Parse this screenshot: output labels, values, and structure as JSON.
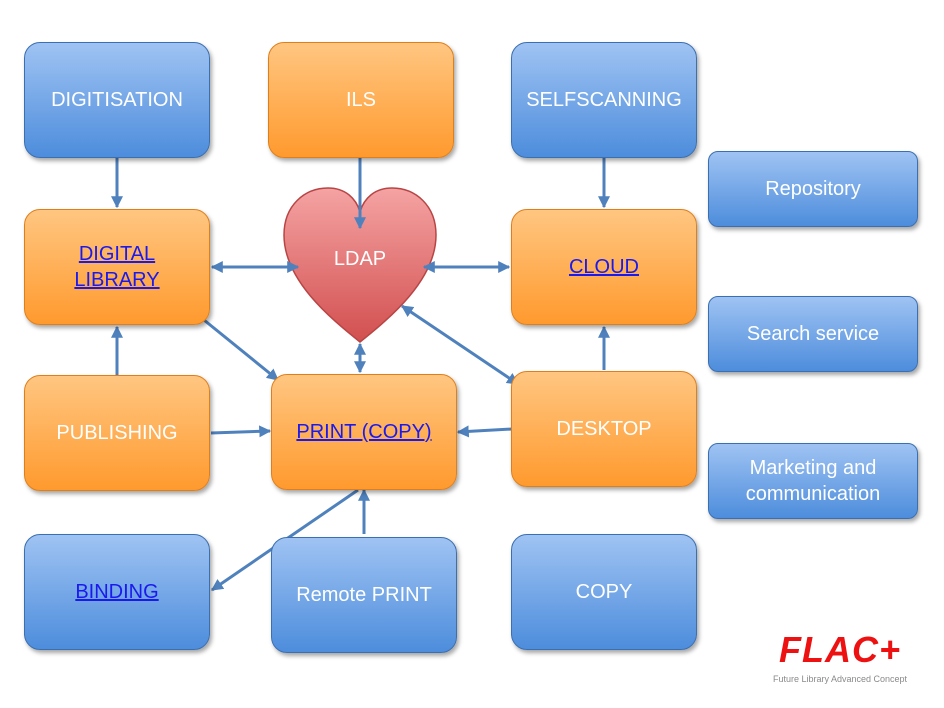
{
  "nodes": {
    "digitisation": "DIGITISATION",
    "ils": "ILS",
    "selfscanning": "SELFSCANNING",
    "digital_library": "DIGITAL\nLIBRARY",
    "ldap": "LDAP",
    "cloud": "CLOUD",
    "publishing": "PUBLISHING",
    "print_copy": "PRINT (COPY)",
    "desktop": "DESKTOP",
    "binding": "BINDING",
    "remote_print": "Remote PRINT",
    "copy": "COPY"
  },
  "side_panel": {
    "repository": "Repository",
    "search_service": "Search service",
    "marketing": "Marketing and communication"
  },
  "logo": {
    "name": "FLAC+",
    "tagline": "Future Library Advanced Concept"
  },
  "colors": {
    "blue_box": "#6fa3e6",
    "orange_box": "#ffa940",
    "heart": "#e56a6a",
    "arrow": "#4f81bd",
    "link": "#1a1aee",
    "logo_red": "#ee1111"
  }
}
